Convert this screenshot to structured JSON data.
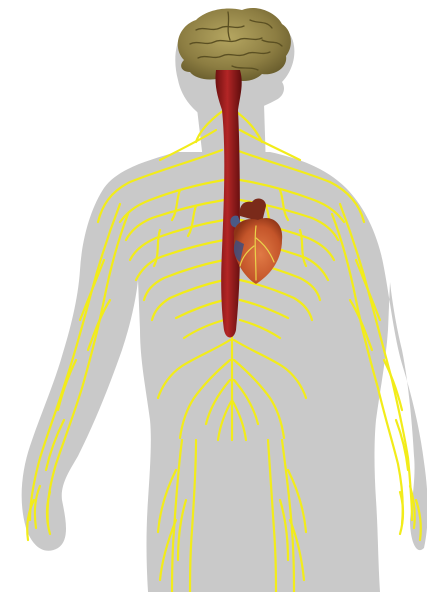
{
  "image": {
    "subject": "anatomical-illustration",
    "parts": [
      {
        "name": "body-silhouette",
        "color": "#c9c9c9"
      },
      {
        "name": "brain",
        "color": "#8c7d42"
      },
      {
        "name": "spinal-cord",
        "color": "#9b1c1c"
      },
      {
        "name": "heart",
        "color": "#c4552a"
      },
      {
        "name": "nerves",
        "color": "#f2ec1a"
      }
    ],
    "background": "#ffffff"
  }
}
